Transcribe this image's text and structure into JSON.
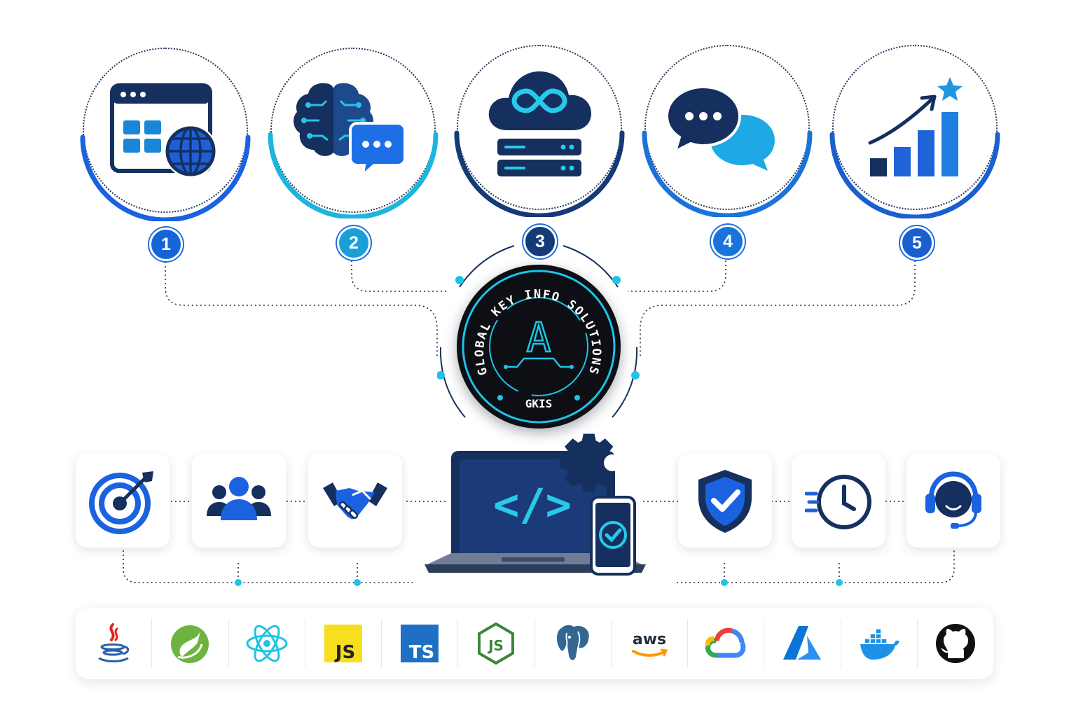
{
  "colors": {
    "navy": "#15305e",
    "blue": "#1d6fe0",
    "cyan": "#1ec3e6",
    "hub_bg": "#0d0f14"
  },
  "steps": [
    {
      "number": "1",
      "icon": "web-app-globe-icon",
      "badge_color": "#1565d8"
    },
    {
      "number": "2",
      "icon": "ai-brain-chat-icon",
      "badge_color": "#1a9fd6"
    },
    {
      "number": "3",
      "icon": "cloud-devops-server-icon",
      "badge_color": "#153a78"
    },
    {
      "number": "4",
      "icon": "chat-bubbles-icon",
      "badge_color": "#1a73d8"
    },
    {
      "number": "5",
      "icon": "growth-chart-star-icon",
      "badge_color": "#1a5fcf"
    }
  ],
  "hub": {
    "ring_text": "GLOBAL KEY INFO SOLUTIONS",
    "monogram": "A",
    "short_name": "GKIS"
  },
  "values": [
    {
      "icon": "target-icon"
    },
    {
      "icon": "team-icon"
    },
    {
      "icon": "handshake-icon"
    },
    {
      "icon": "laptop-code-icon"
    },
    {
      "icon": "shield-check-icon"
    },
    {
      "icon": "fast-clock-icon"
    },
    {
      "icon": "support-headset-icon"
    }
  ],
  "laptop": {
    "code_glyph": "</>"
  },
  "tech": [
    {
      "icon": "java-icon"
    },
    {
      "icon": "spring-icon"
    },
    {
      "icon": "react-icon"
    },
    {
      "icon": "javascript-icon",
      "label": "JS"
    },
    {
      "icon": "typescript-icon",
      "label": "TS"
    },
    {
      "icon": "nodejs-icon",
      "label": "JS"
    },
    {
      "icon": "postgresql-icon"
    },
    {
      "icon": "aws-icon",
      "label": "aws"
    },
    {
      "icon": "google-cloud-icon"
    },
    {
      "icon": "azure-icon"
    },
    {
      "icon": "docker-icon"
    },
    {
      "icon": "github-icon"
    }
  ]
}
